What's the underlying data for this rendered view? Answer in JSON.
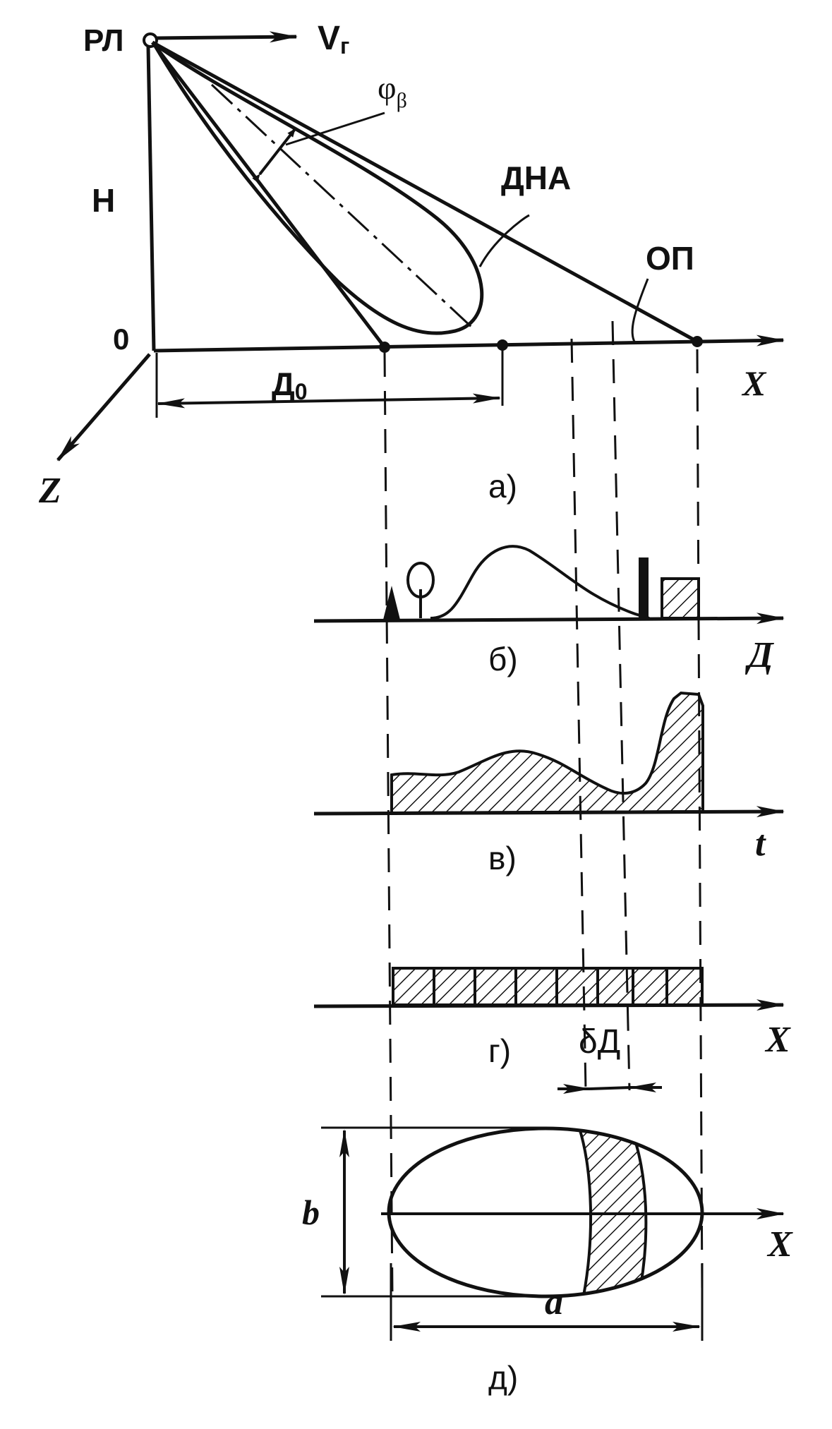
{
  "panel_a": {
    "radar_label": "РЛ",
    "velocity_label": "V",
    "velocity_subscript": "г",
    "phi_label": "φ",
    "phi_subscript": "β",
    "beam_label": "ДНА",
    "height_label": "H",
    "origin_label": "0",
    "range0_label": "Д",
    "range0_subscript": "0",
    "region_label": "ОП",
    "x_axis_label": "X",
    "z_axis_label": "Z",
    "caption": "а)"
  },
  "panel_b": {
    "axis_label": "Д",
    "caption": "б)"
  },
  "panel_v": {
    "axis_label": "t",
    "caption": "в)"
  },
  "panel_g": {
    "axis_label": "X",
    "caption": "г)",
    "cell_label": "δД"
  },
  "panel_d": {
    "axis_label": "X",
    "caption": "д)",
    "width_label": "a",
    "height_label": "b"
  },
  "colors": {
    "ink": "#111111",
    "background": "#ffffff"
  }
}
